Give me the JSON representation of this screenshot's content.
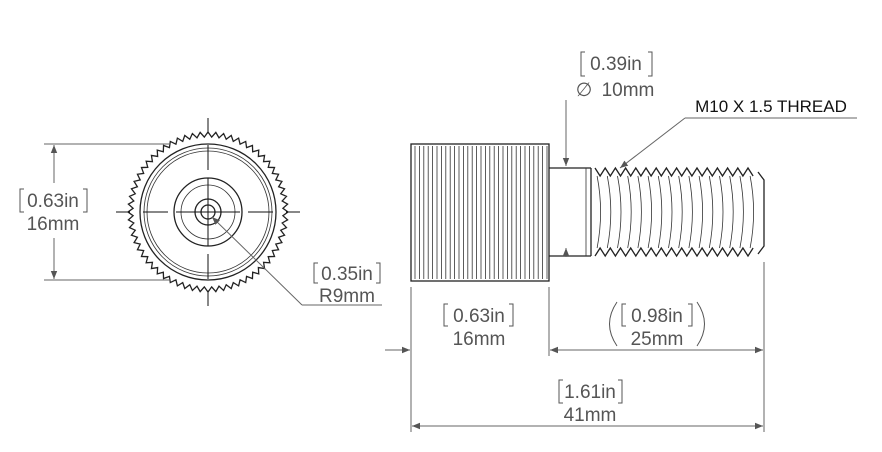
{
  "front_view": {
    "height": {
      "inch": "0.63in",
      "mm": "16mm"
    },
    "radius": {
      "inch": "0.35in",
      "mm": "R9mm"
    }
  },
  "side_view": {
    "thread_diameter": {
      "inch": "0.39in",
      "symbol": "∅",
      "mm": "10mm"
    },
    "thread_callout": "M10 X 1.5 THREAD",
    "head_length": {
      "inch": "0.63in",
      "mm": "16mm"
    },
    "thread_length": {
      "inch": "0.98in",
      "mm": "25mm"
    },
    "overall_length": {
      "inch": "1.61in",
      "mm": "41mm"
    }
  },
  "colors": {
    "line": "#222222",
    "dimension": "#666666",
    "text": "#555555"
  }
}
